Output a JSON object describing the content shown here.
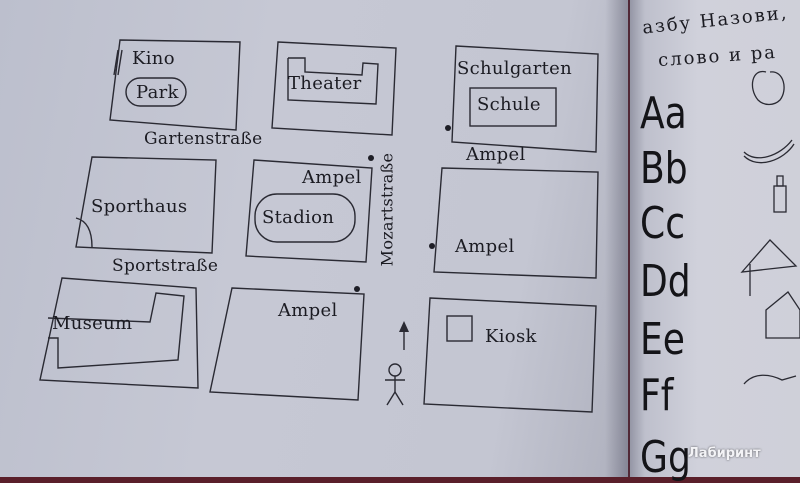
{
  "map": {
    "buildings": {
      "kino": "Kino",
      "park": "Park",
      "theater": "Theater",
      "schulgarten": "Schulgarten",
      "schule": "Schule",
      "sporthaus": "Sporthaus",
      "stadion": "Stadion",
      "museum": "Museum",
      "kiosk": "Kiosk"
    },
    "streets": {
      "gartenstrasse": "Gartenstraße",
      "sportstrasse": "Sportstraße",
      "mozartstrasse": "Mozartstraße"
    },
    "traffic_lights": [
      "Ampel",
      "Ampel",
      "Ampel",
      "Ampel"
    ]
  },
  "right_page": {
    "heading_line1": "азбу  Назови,",
    "heading_line2": "слово  и  ра",
    "alphabet": [
      "Aa",
      "Bb",
      "Cc",
      "Dd",
      "Ee",
      "Ff",
      "Gg"
    ]
  },
  "watermark": "Лабиринт"
}
